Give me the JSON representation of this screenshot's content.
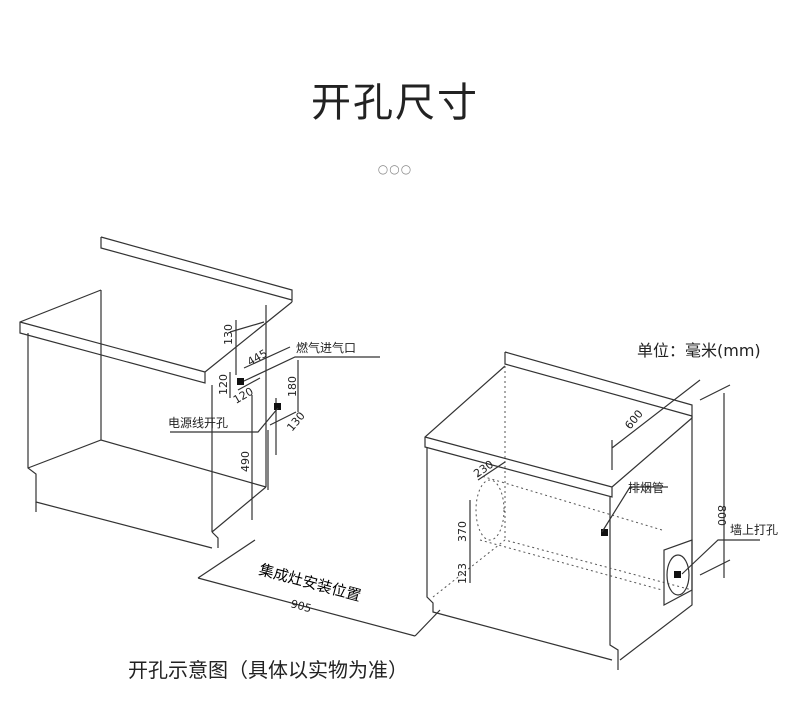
{
  "title": "开孔尺寸",
  "dots": "○○○",
  "unit_label": "单位：毫米(mm)",
  "caption": "开孔示意图（具体以实物为准）",
  "left_diagram": {
    "labels": {
      "gas_inlet": "燃气进气口",
      "power_hole": "电源线开孔",
      "install_position": "集成灶安装位置"
    },
    "dimensions": {
      "d130_top": "130",
      "d445": "445",
      "d120_v": "120",
      "d120_h": "120",
      "d180": "180",
      "d130_side": "130",
      "d490": "490",
      "d905": "905"
    }
  },
  "right_diagram": {
    "labels": {
      "exhaust_pipe": "排烟管",
      "wall_hole": "墙上打孔"
    },
    "dimensions": {
      "d600": "600",
      "d800": "800",
      "d230": "230",
      "d370": "370",
      "d123": "123"
    }
  }
}
